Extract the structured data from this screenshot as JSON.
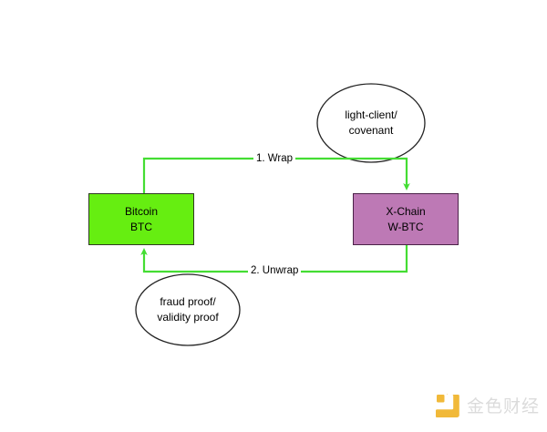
{
  "diagram": {
    "type": "flow-diagram",
    "background_color": "#ffffff",
    "nodes": [
      {
        "id": "bitcoin",
        "shape": "rectangle",
        "line1": "Bitcoin",
        "line2": "BTC",
        "fill": "#66ee11",
        "stroke": "#2f3a22"
      },
      {
        "id": "xchain",
        "shape": "rectangle",
        "line1": "X-Chain",
        "line2": "W-BTC",
        "fill": "#bd79b5",
        "stroke": "#4b2148"
      },
      {
        "id": "light-client",
        "shape": "ellipse",
        "line1": "light-client/",
        "line2": "covenant",
        "fill": "#ffffff",
        "stroke": "#222222"
      },
      {
        "id": "fraud-proof",
        "shape": "ellipse",
        "line1": "fraud proof/",
        "line2": "validity proof",
        "fill": "#ffffff",
        "stroke": "#222222"
      }
    ],
    "edges": [
      {
        "id": "wrap",
        "label": "1. Wrap",
        "from": "bitcoin",
        "to": "xchain",
        "color": "#44dd33"
      },
      {
        "id": "unwrap",
        "label": "2. Unwrap",
        "from": "xchain",
        "to": "bitcoin",
        "color": "#44dd33"
      }
    ]
  },
  "watermark": {
    "text": "金色财经",
    "mark_color": "#f0b429",
    "text_color": "#d9d9d9"
  }
}
